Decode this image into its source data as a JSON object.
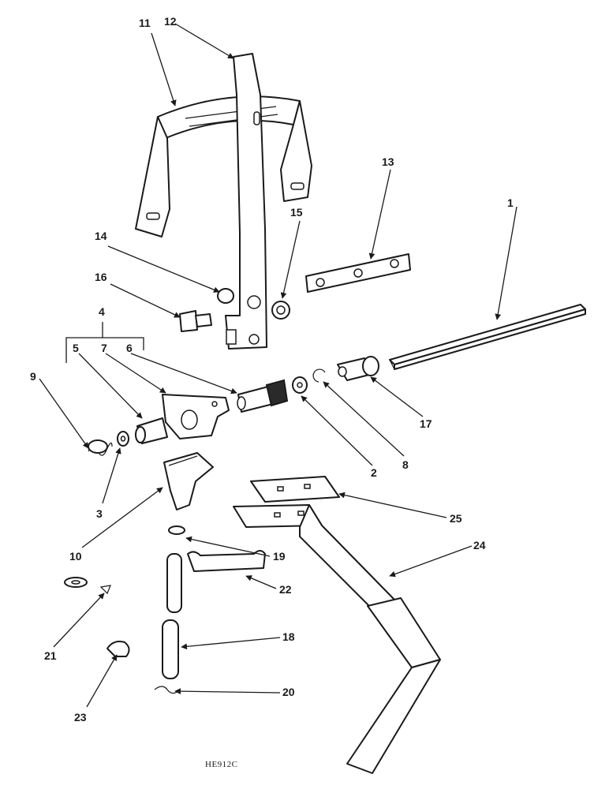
{
  "callouts": {
    "c1": "1",
    "c2": "2",
    "c3": "3",
    "c4": "4",
    "c5": "5",
    "c6": "6",
    "c7": "7",
    "c8": "8",
    "c9": "9",
    "c10": "10",
    "c11": "11",
    "c12": "12",
    "c13": "13",
    "c14": "14",
    "c15": "15",
    "c16": "16",
    "c17": "17",
    "c18": "18",
    "c19": "19",
    "c20": "20",
    "c21": "21",
    "c22": "22",
    "c23": "23",
    "c24": "24",
    "c25": "25"
  },
  "figure_code": "HE912C"
}
